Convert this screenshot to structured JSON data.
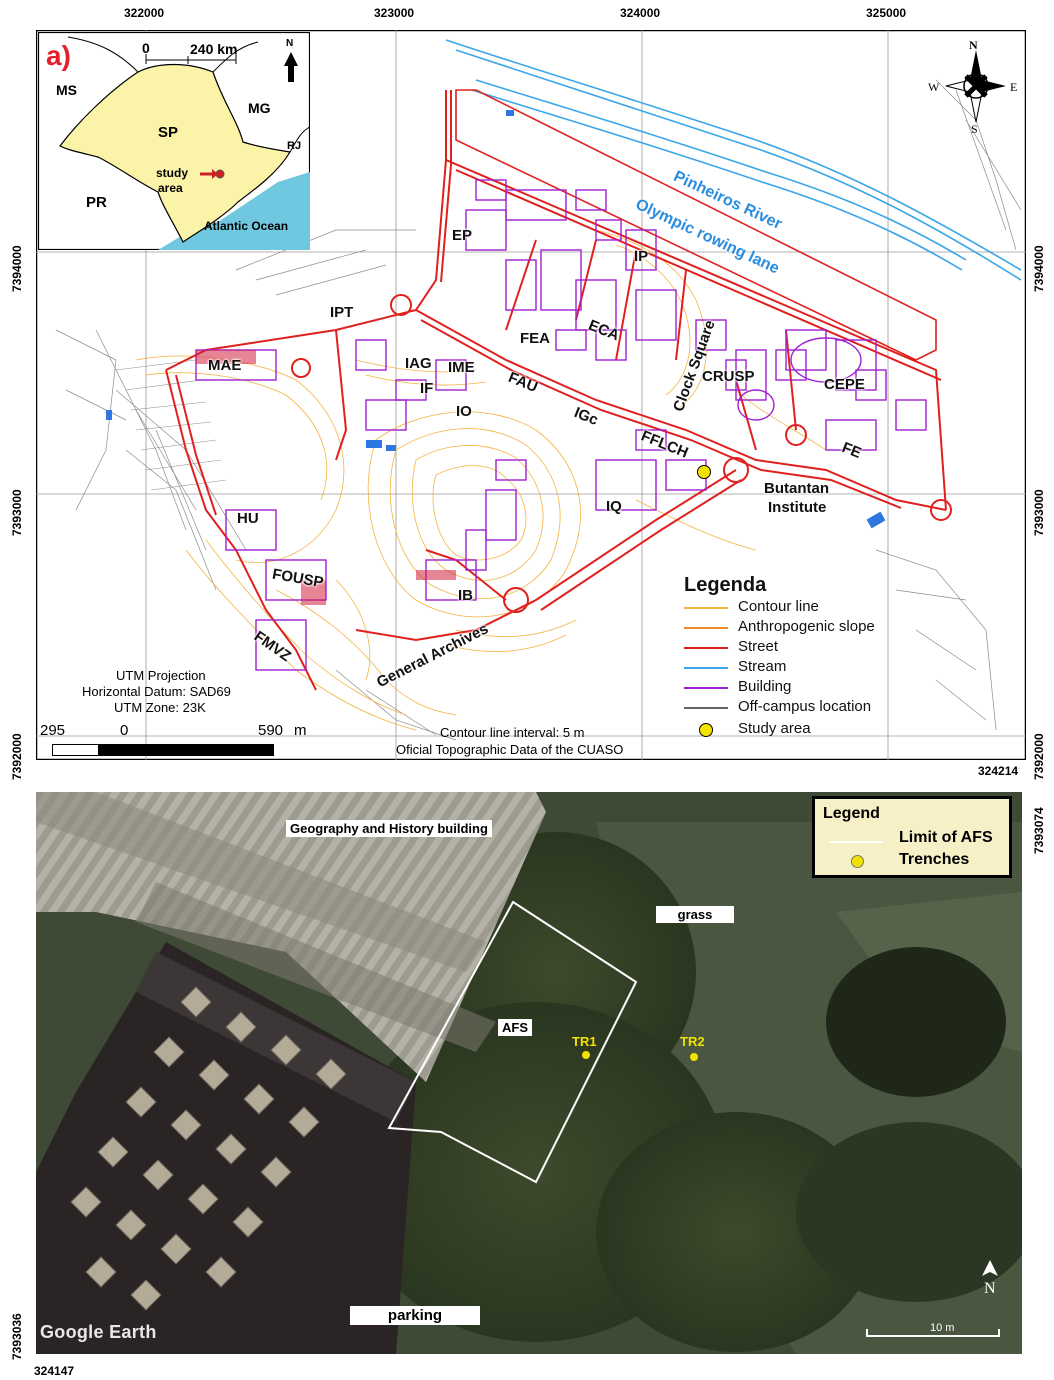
{
  "top_map": {
    "panel_label": "a)",
    "top_coords": [
      "322000",
      "323000",
      "324000",
      "325000"
    ],
    "left_coords": [
      "7394000",
      "7393000",
      "7392000"
    ],
    "right_coords": [
      "7394000",
      "7393000",
      "7392000"
    ],
    "corner_coord": "324214",
    "inset": {
      "scale_zero": "0",
      "scale_text": "240 km",
      "north": "N",
      "states": {
        "ms": "MS",
        "mg": "MG",
        "sp": "SP",
        "pr": "PR",
        "rj": "RJ"
      },
      "study_line1": "study",
      "study_line2": "area",
      "ocean": "Atlantic Ocean"
    },
    "compass": {
      "n": "N",
      "s": "S",
      "e": "E",
      "w": "W"
    },
    "labels": {
      "ep": "EP",
      "ip": "IP",
      "ipt": "IPT",
      "fea": "FEA",
      "eca": "ECA",
      "mae": "MAE",
      "iag": "IAG",
      "ime": "IME",
      "if": "IF",
      "io": "IO",
      "fau": "FAU",
      "igc": "IGc",
      "fflch": "FFLCH",
      "crusp": "CRUSP",
      "cepe": "CEPE",
      "fe": "FE",
      "iq": "IQ",
      "hu": "HU",
      "fousp": "FOUSP",
      "ib": "IB",
      "fmvz": "FMVZ",
      "butantan1": "Butantan",
      "butantan2": "Institute",
      "clock": "Clock Square",
      "archives": "General Archives",
      "river": "Pinheiros River",
      "rowing": "Olympic rowing lane"
    },
    "legend": {
      "title": "Legenda",
      "items": [
        {
          "label": "Contour line",
          "color": "#f5b342"
        },
        {
          "label": "Anthropogenic slope",
          "color": "#f08a24"
        },
        {
          "label": "Street",
          "color": "#e0201e"
        },
        {
          "label": "Stream",
          "color": "#3aa6e8"
        },
        {
          "label": "Building",
          "color": "#a020d0"
        },
        {
          "label": "Off-campus location",
          "color": "#666666"
        }
      ],
      "study": {
        "label": "Study area",
        "color": "#f5e400"
      }
    },
    "projection": [
      "UTM Projection",
      "Horizontal Datum: SAD69",
      "UTM Zone: 23K"
    ],
    "scalebar": {
      "left": "295",
      "mid": "0",
      "right": "590",
      "unit": "m"
    },
    "notes": [
      "Contour line interval: 5 m",
      "Oficial Topographic Data of the CUASO"
    ]
  },
  "bottom_map": {
    "right_coord_top": "7393074",
    "left_coord_bottom": "7393036",
    "bottom_coord": "324147",
    "building": "Geography and History building",
    "grass": "grass",
    "afs": "AFS",
    "parking": "parking",
    "tr1": "TR1",
    "tr2": "TR2",
    "google": "Google Earth",
    "north": "N",
    "scale": "10 m",
    "legend": {
      "title": "Legend",
      "item1": "Limit of AFS",
      "item2": "Trenches"
    },
    "colors": {
      "limit": "#ffffff",
      "trench": "#f2e200",
      "canopy": "#2d3a22",
      "lawn": "#3e4a35"
    }
  }
}
